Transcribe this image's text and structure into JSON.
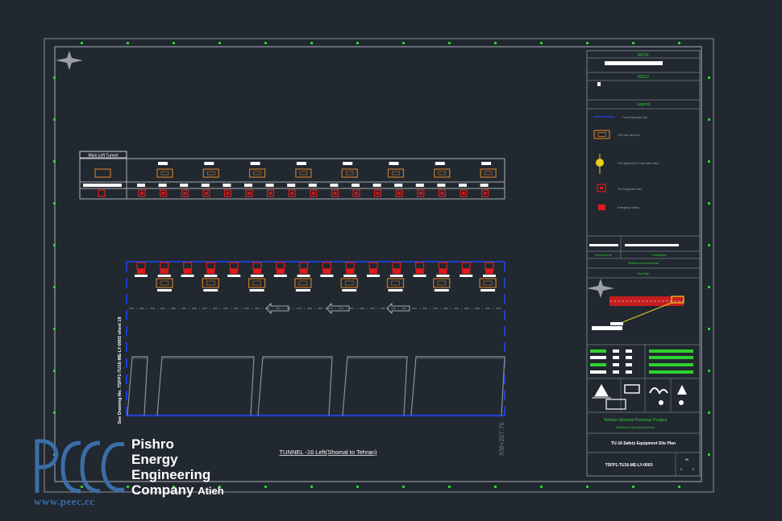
{
  "colors": {
    "background": "#212830",
    "border": "#7a7f86",
    "accent_green": "#2fd12f",
    "accent_red": "#e01b1b",
    "accent_orange": "#c8782a",
    "accent_blue": "#1f3fc8",
    "accent_yellow": "#e8d21a",
    "accent_white": "#ffffff",
    "brand_blue": "#3a6ea8"
  },
  "title_block": {
    "note_header": "NOTE",
    "hold_header": "HOLD",
    "legend_header": "Legend",
    "legend_items": [
      {
        "icon": "blue-line-icon",
        "label": "Tunnel Boundary Line"
      },
      {
        "icon": "hose-reel-box-icon",
        "label": "Fire Hose Reel Box"
      },
      {
        "icon": "hydrant-icon",
        "label": "Fire Hydrant (Fire Truck Water Inlet)"
      },
      {
        "icon": "emergency-box-icon",
        "label": "Fire Extinguisher Box"
      },
      {
        "icon": "sos-icon",
        "label": "Emergency Station"
      }
    ],
    "doc_no_label": "Document No.",
    "description_label": "Description",
    "reference_label": "Reference Documents",
    "key_map_label": "Key Map",
    "project_title": "Tehran-Shomal Freeway Project",
    "project_subtitle": "Electrical & Mechanical Works",
    "drawing_title": "TU-16 Safety Equipment Site Plan",
    "drawing_number": "TSFP1-TU16-ME-LY-0003",
    "rev": "00",
    "sheet": "1",
    "sheets": "1"
  },
  "section_label": "Main Left Tunnel",
  "tunnel_caption": "TUNNEL -16 Left(Shomal to Tehran)",
  "left_vertical_text": "See Drawing No. TSFP1-TU16-ME-LY-0003 sheet 19",
  "right_vertical_text": "KM+267.76",
  "brand": {
    "line1": "Pishro",
    "line2": "Energy",
    "line3": "Engineering",
    "line4": "Company",
    "suffix": "Atieh",
    "url": "www.peec.cc"
  }
}
